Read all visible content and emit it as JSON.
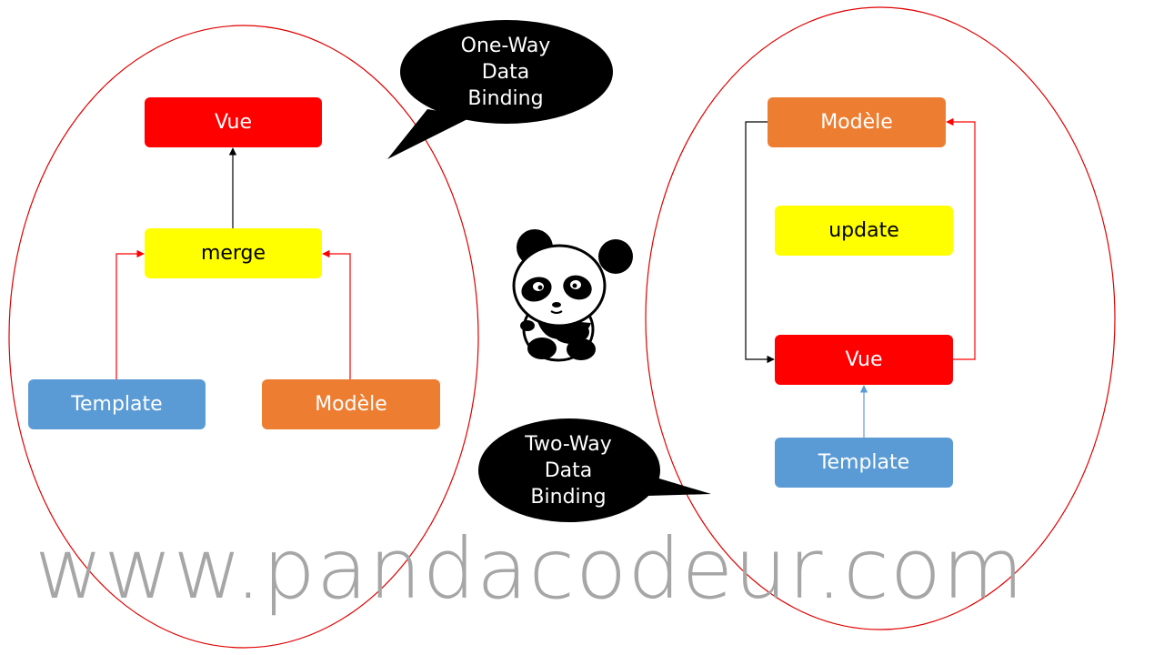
{
  "left_panel": {
    "vue": "Vue",
    "merge": "merge",
    "template": "Template",
    "modele": "Modèle"
  },
  "right_panel": {
    "modele": "Modèle",
    "update": "update",
    "vue": "Vue",
    "template": "Template"
  },
  "bubbles": {
    "one_way": [
      "One-Way",
      "Data",
      "Binding"
    ],
    "two_way": [
      "Two-Way",
      "Data",
      "Binding"
    ]
  },
  "mascot": "panda-icon",
  "watermark": "www.pandacodeur.com",
  "colors": {
    "vue": "#ff0000",
    "merge": "#ffff00",
    "template": "#5b9bd5",
    "modele": "#ed7d31",
    "ellipse": "#e00000",
    "watermark": "#a6a6a6"
  }
}
